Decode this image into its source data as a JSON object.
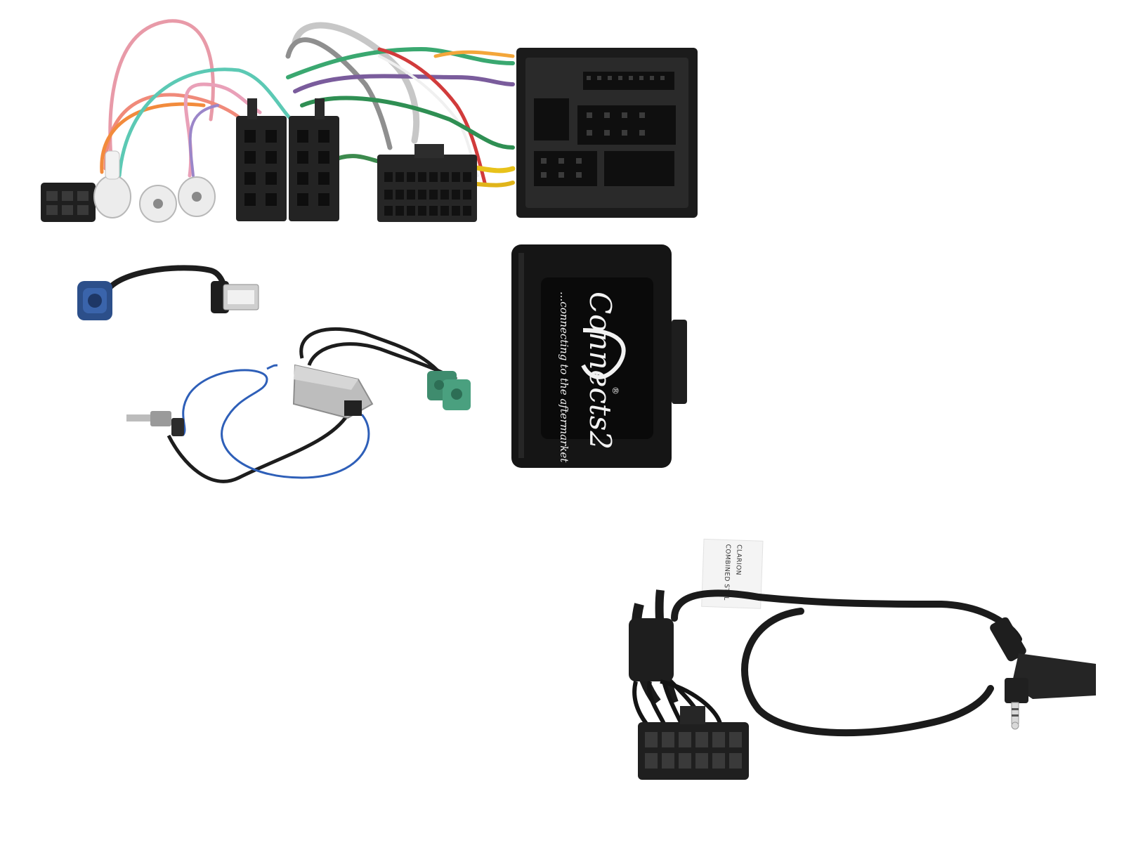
{
  "image": {
    "kind": "product photo",
    "subject": "car stereo steering wheel control interface kit",
    "background": "#ffffff"
  },
  "colors": {
    "connector_black": "#1f1f1f",
    "module_black": "#151515",
    "fakra_blue": "#2c4f8a",
    "fakra_green": "#3f8c6e",
    "metal": "#bdbdbd",
    "label_white": "#f4f4f4"
  },
  "module": {
    "brand": "Connects2",
    "tagline": "...connecting to the aftermarket",
    "registered_mark": "®"
  },
  "patch_lead": {
    "label_line1": "CLARION",
    "label_line2": "COMBINED STAL"
  },
  "components": [
    "iso-harness-with-quadlock",
    "fakra-to-usb-adapter",
    "dual-fakra-antenna-adapter",
    "interface-module",
    "stereo-patch-lead-with-jack"
  ]
}
